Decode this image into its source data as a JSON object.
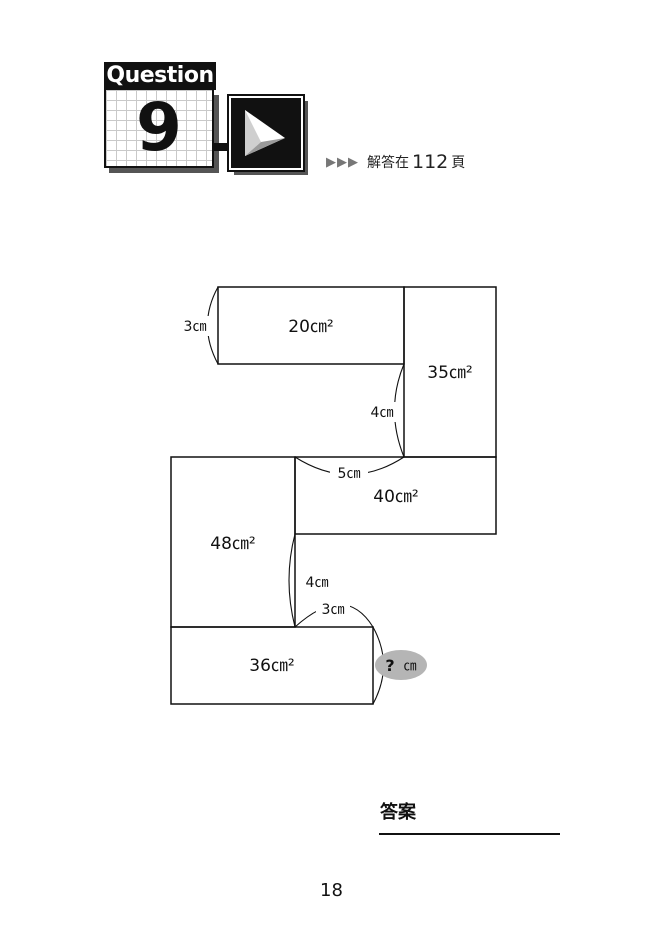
{
  "header": {
    "title_word": "Question",
    "question_number": "9",
    "answer_ref": {
      "arrows": "▶▶▶",
      "prefix": "解答在",
      "page": "112",
      "suffix": "頁"
    }
  },
  "figure": {
    "rect_areas": {
      "top": "20㎝²",
      "right_vertical": "35㎝²",
      "middle": "40㎝²",
      "left_vertical": "48㎝²",
      "bottom": "36㎝²"
    },
    "dimensions": {
      "top_left_height": "3㎝",
      "right_inner_height": "4㎝",
      "middle_top_width": "5㎝",
      "left_inner_height": "4㎝",
      "bottom_top_width": "3㎝",
      "unknown_question": "?",
      "unknown_unit": "㎝"
    }
  },
  "footer": {
    "answer_label": "答案",
    "page_number": "18"
  }
}
